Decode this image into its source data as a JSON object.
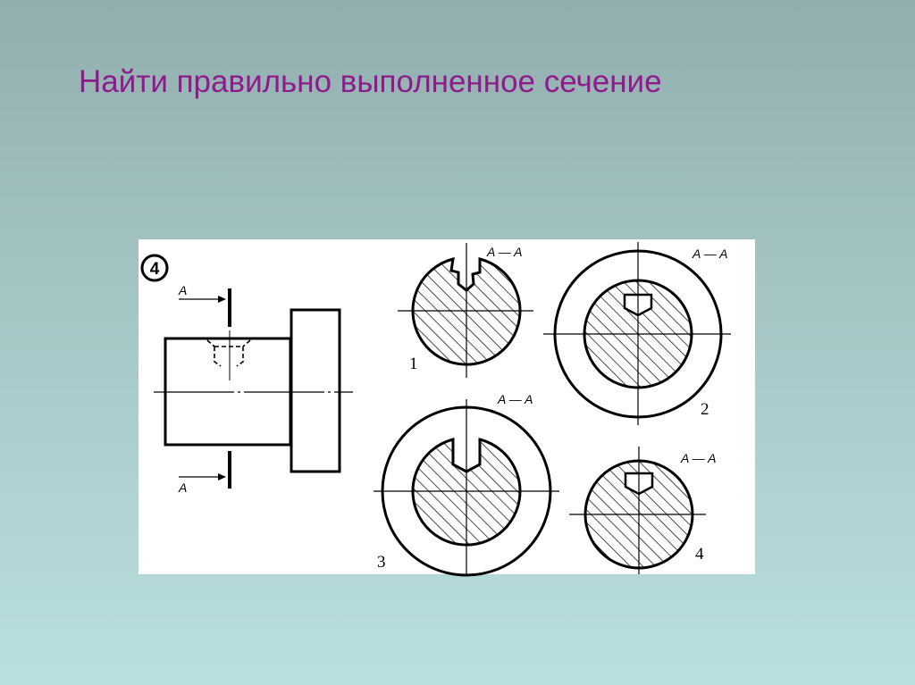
{
  "slide": {
    "title": "Найти правильно выполненное сечение"
  },
  "drawing": {
    "task_number": "4",
    "cut_label_top": "A",
    "cut_label_bottom": "A",
    "sections": [
      {
        "number": "1",
        "label": "A — A"
      },
      {
        "number": "2",
        "label": "A — A"
      },
      {
        "number": "3",
        "label": "A — A"
      },
      {
        "number": "4",
        "label": "A — A"
      }
    ]
  },
  "colors": {
    "title": "#8e1a8c",
    "drawing_background": "#ffffff",
    "ink": "#000000"
  }
}
